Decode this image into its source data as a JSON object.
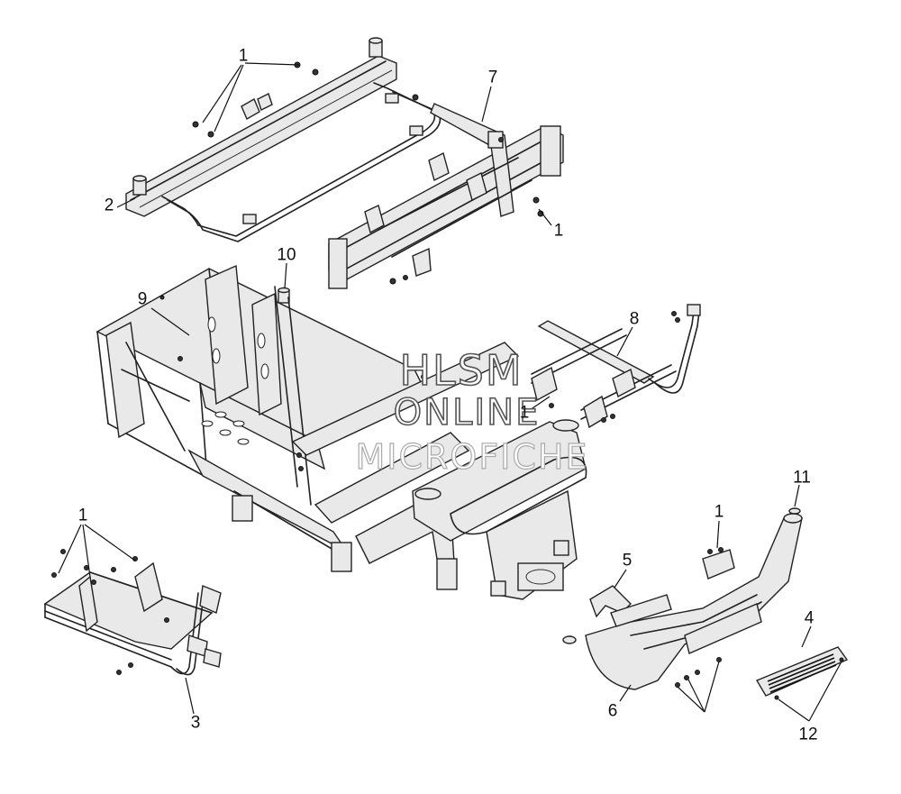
{
  "callouts": [
    {
      "id": "c1a",
      "label": "1"
    },
    {
      "id": "c7",
      "label": "7"
    },
    {
      "id": "c2",
      "label": "2"
    },
    {
      "id": "c1b",
      "label": "1"
    },
    {
      "id": "c10",
      "label": "10"
    },
    {
      "id": "c9",
      "label": "9"
    },
    {
      "id": "c8",
      "label": "8"
    },
    {
      "id": "c1c",
      "label": "1"
    },
    {
      "id": "c1d",
      "label": "1"
    },
    {
      "id": "c11",
      "label": "11"
    },
    {
      "id": "c1e",
      "label": "1"
    },
    {
      "id": "c5",
      "label": "5"
    },
    {
      "id": "c4",
      "label": "4"
    },
    {
      "id": "c3",
      "label": "3"
    },
    {
      "id": "c6",
      "label": "6"
    },
    {
      "id": "c12",
      "label": "12"
    }
  ],
  "watermark": {
    "line1": "HLSM",
    "line2": "ONLINE",
    "line3": "MICROFICHE"
  }
}
